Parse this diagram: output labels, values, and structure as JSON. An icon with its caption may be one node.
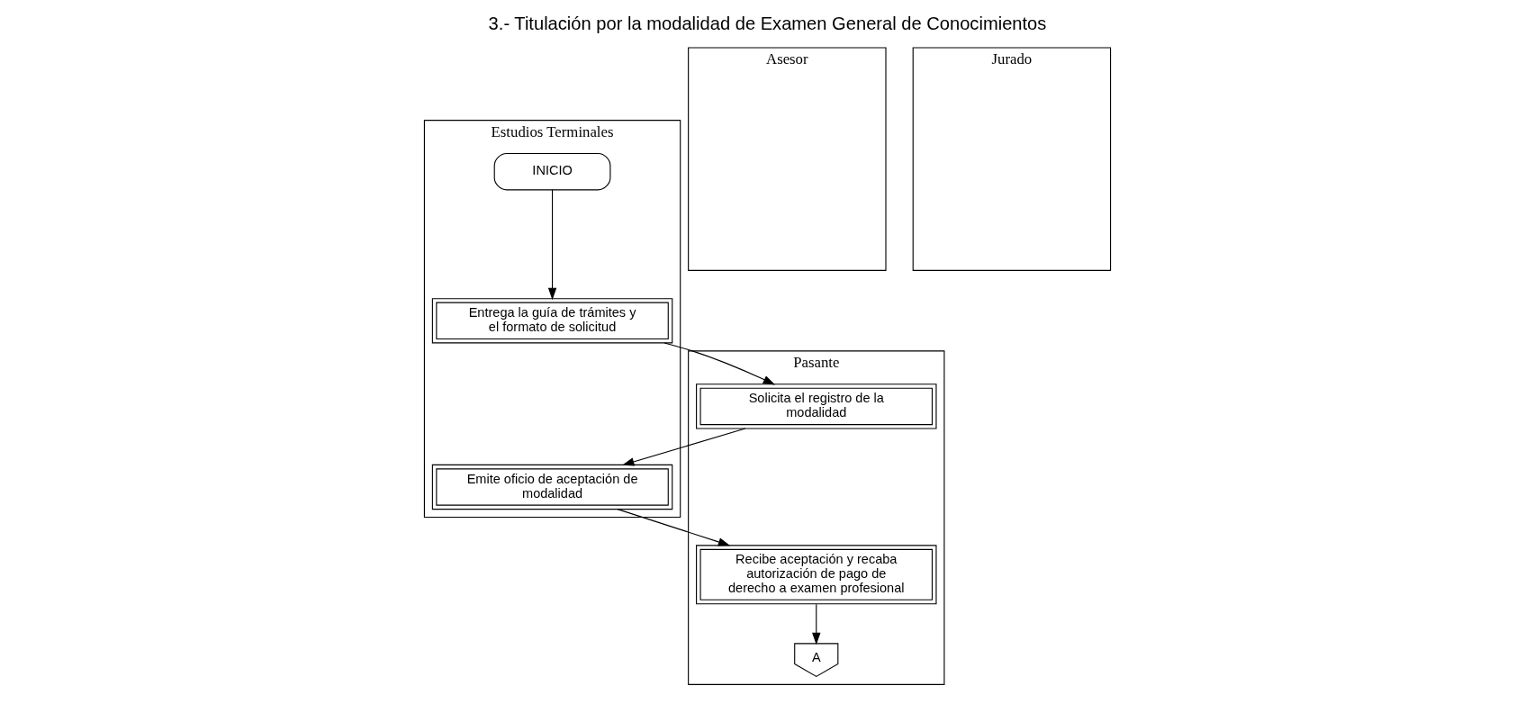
{
  "diagram": {
    "title": "3.- Titulación por la modalidad de Examen General de Conocimientos",
    "nodes": [
      {
        "text": [
          "Estudios Terminales"
        ]
      },
      {
        "text": [
          "Pasante"
        ]
      },
      {
        "text": [
          "Asesor"
        ]
      },
      {
        "text": [
          "Jurado"
        ]
      },
      {
        "text": [
          "INICIO"
        ],
        "in": 0
      },
      {
        "text": [
          "Entrega la guía de trámites y el formato de solicitud"
        ],
        "in": 0
      },
      {
        "text": [
          "Solicita el registro de la modalidad"
        ],
        "in": 1
      },
      {
        "text": [
          "Emite oficio de aceptación de modalidad"
        ],
        "in": 0
      },
      {
        "text": [
          "Recibe aceptación y recaba autorización de pago de derecho a examen profesional"
        ],
        "in": 1
      },
      {
        "text": [
          "A"
        ],
        "in": 1
      }
    ],
    "edges": [
      {
        "from": 4,
        "to": 5,
        "arrow": "to"
      },
      {
        "from": 5,
        "to": 6,
        "arrow": "to"
      },
      {
        "from": 6,
        "to": 7,
        "arrow": "to"
      },
      {
        "from": 7,
        "to": 8,
        "arrow": "to"
      },
      {
        "from": 8,
        "to": 9,
        "arrow": "to"
      }
    ]
  }
}
